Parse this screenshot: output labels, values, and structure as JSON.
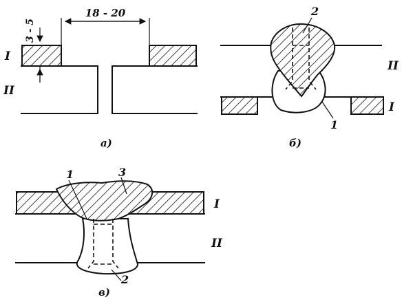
{
  "diagram": {
    "panel_a": {
      "caption": "а)",
      "dim_gap": "18 - 20",
      "dim_thickness": "3 - 5",
      "label_plate_top": "I",
      "label_plate_bottom": "II"
    },
    "panel_b": {
      "caption": "б)",
      "label_2": "2",
      "label_1": "1",
      "label_II": "II",
      "label_I": "I"
    },
    "panel_c": {
      "caption": "в)",
      "label_1": "1",
      "label_3": "3",
      "label_2": "2",
      "label_I": "I",
      "label_II": "II"
    }
  },
  "colors": {
    "ink": "#111111",
    "background": "#ffffff"
  }
}
